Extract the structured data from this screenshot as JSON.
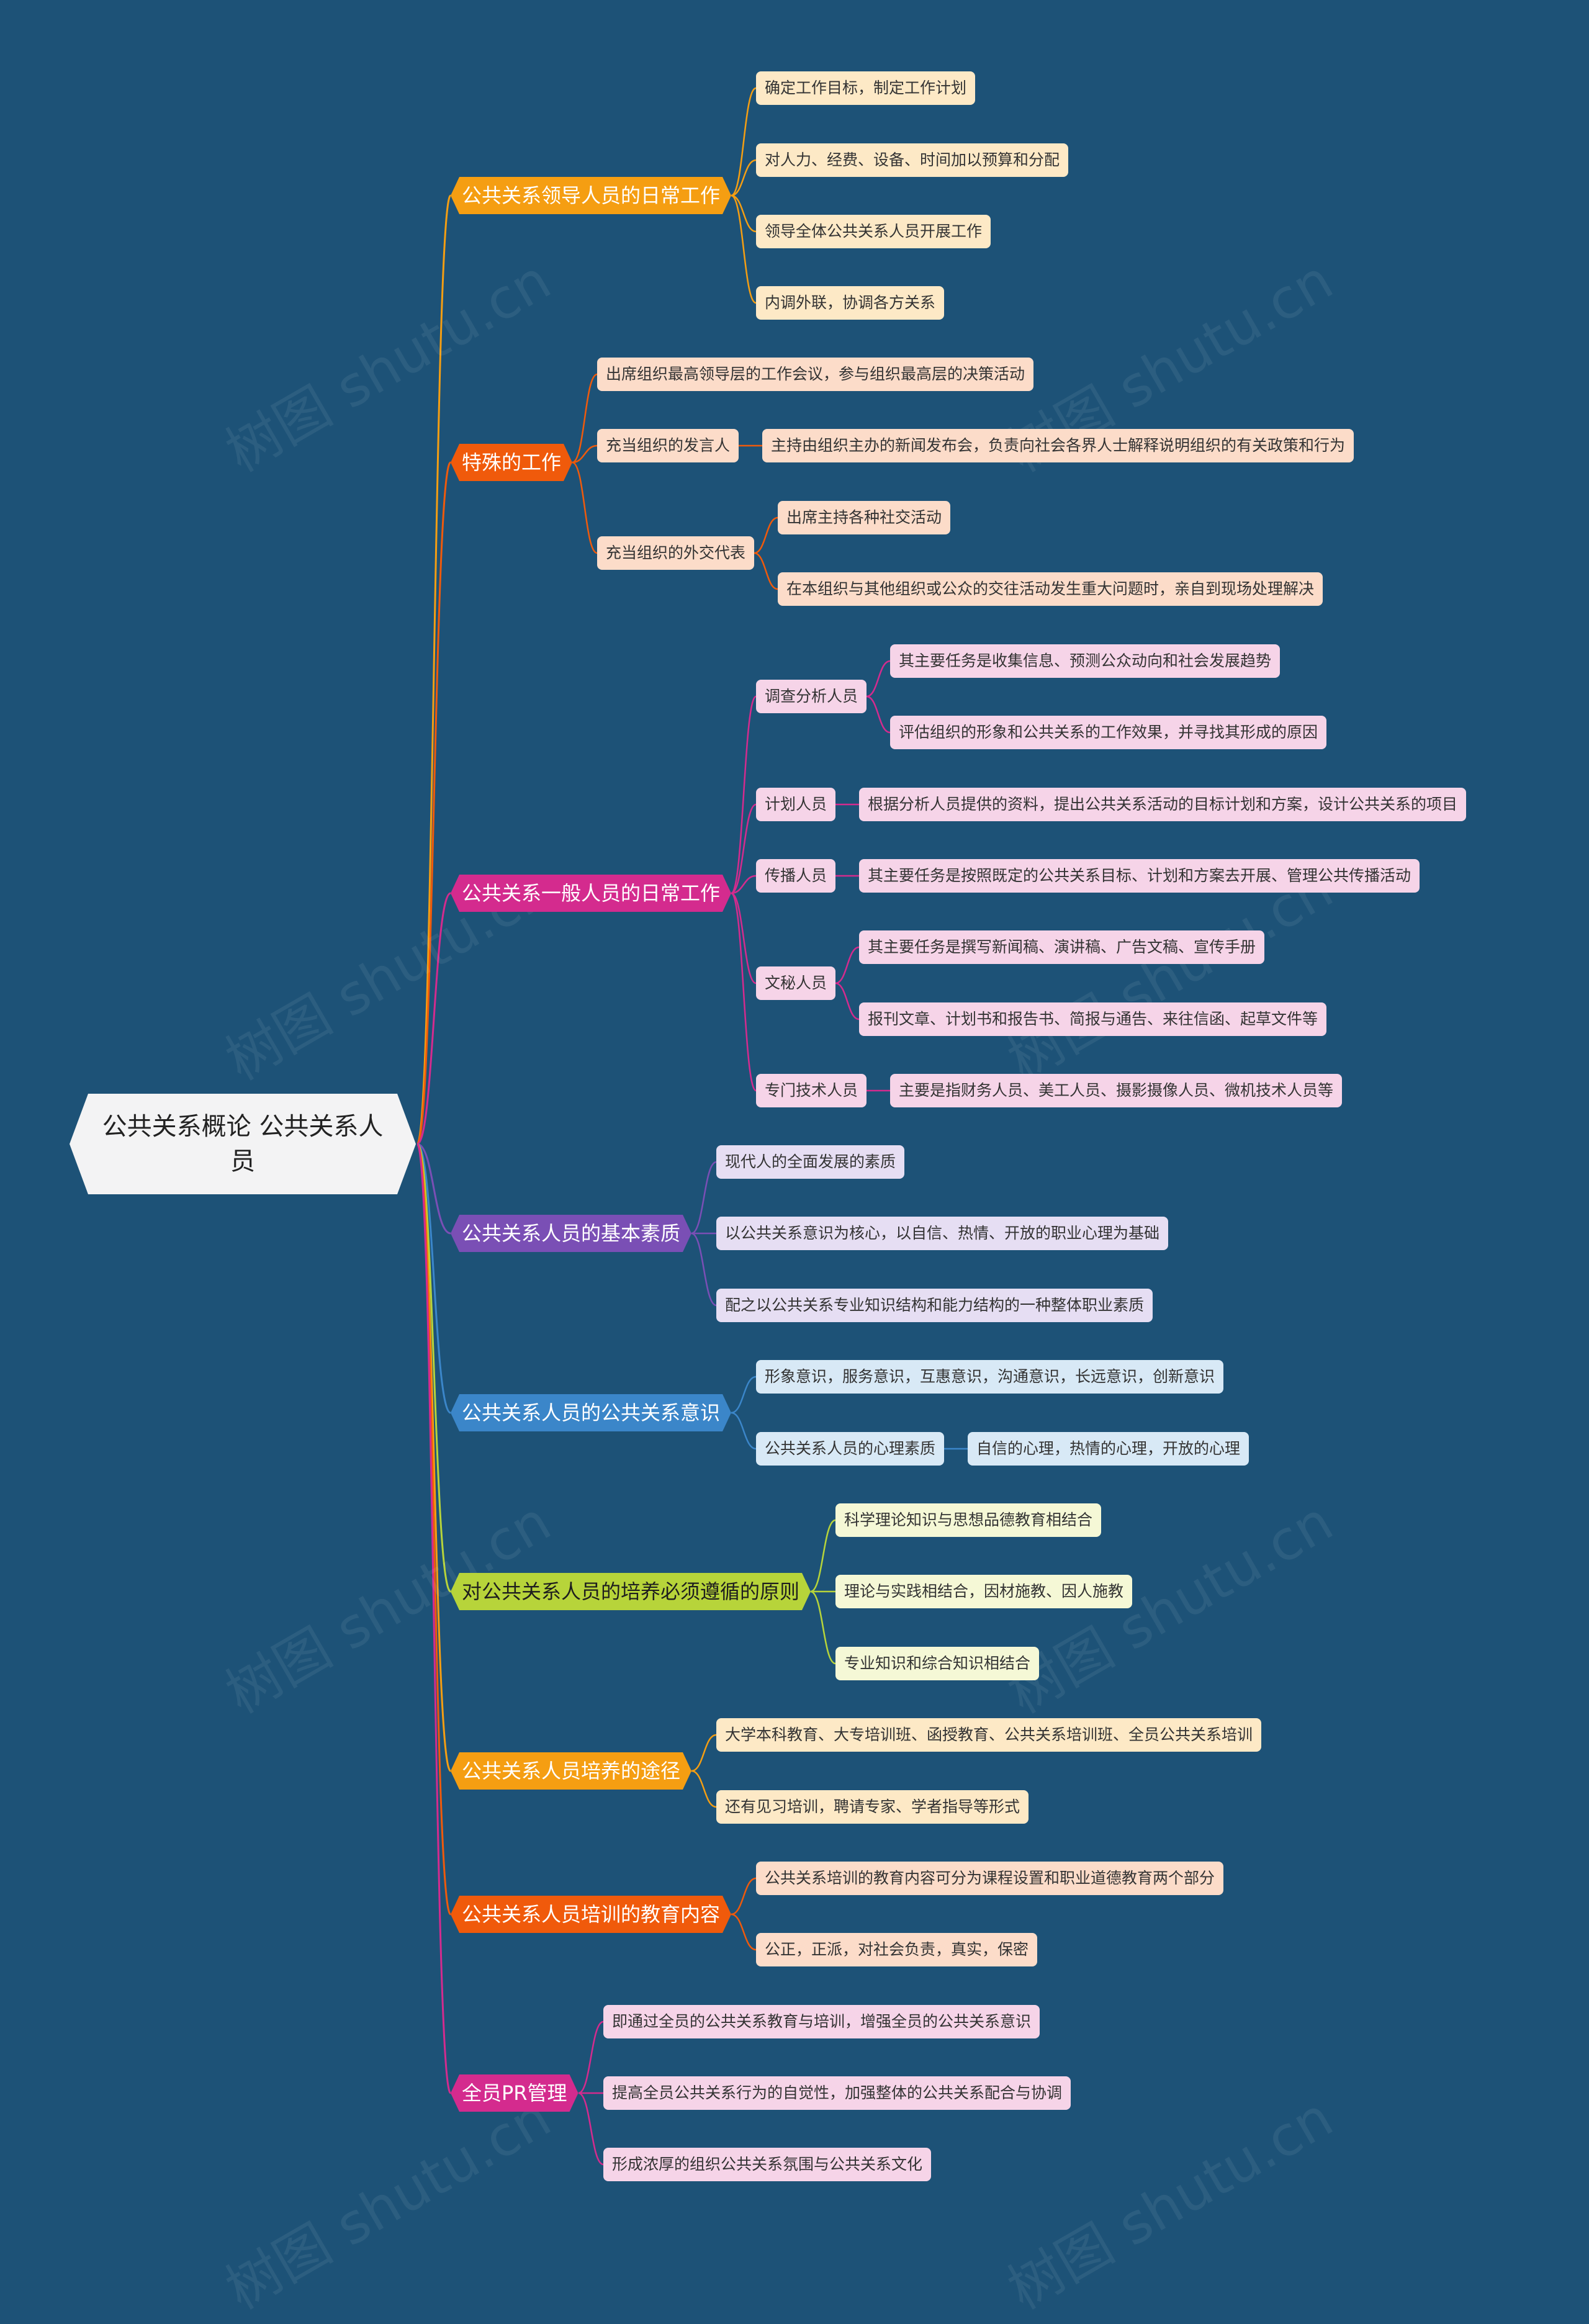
{
  "root": {
    "label": "公共关系概论  公共关系人员"
  },
  "branches": [
    {
      "label": "公共关系领导人员的日常工作",
      "color": "#f59e12",
      "leaf_bg": "#fde9c6",
      "children": [
        {
          "label": "确定工作目标，制定工作计划"
        },
        {
          "label": "对人力、经费、设备、时间加以预算和分配"
        },
        {
          "label": "领导全体公共关系人员开展工作"
        },
        {
          "label": "内调外联，协调各方关系"
        }
      ]
    },
    {
      "label": "特殊的工作",
      "color": "#f05a0b",
      "leaf_bg": "#fcdcc9",
      "children": [
        {
          "label": "出席组织最高领导层的工作会议，参与组织最高层的决策活动"
        },
        {
          "label": "充当组织的发言人",
          "children": [
            {
              "label": "主持由组织主办的新闻发布会，负责向社会各界人士解释说明组织的有关政策和行为"
            }
          ]
        },
        {
          "label": "充当组织的外交代表",
          "children": [
            {
              "label": "出席主持各种社交活动"
            },
            {
              "label": "在本组织与其他组织或公众的交往活动发生重大问题时，亲自到现场处理解决"
            }
          ]
        }
      ]
    },
    {
      "label": "公共关系一般人员的日常工作",
      "color": "#d42b8e",
      "leaf_bg": "#f6d4e8",
      "children": [
        {
          "label": "调查分析人员",
          "children": [
            {
              "label": "其主要任务是收集信息、预测公众动向和社会发展趋势"
            },
            {
              "label": "评估组织的形象和公共关系的工作效果，并寻找其形成的原因"
            }
          ]
        },
        {
          "label": "计划人员",
          "children": [
            {
              "label": "根据分析人员提供的资料，提出公共关系活动的目标计划和方案，设计公共关系的项目"
            }
          ]
        },
        {
          "label": "传播人员",
          "children": [
            {
              "label": "其主要任务是按照既定的公共关系目标、计划和方案去开展、管理公共传播活动"
            }
          ]
        },
        {
          "label": "文秘人员",
          "children": [
            {
              "label": "其主要任务是撰写新闻稿、演讲稿、广告文稿、宣传手册"
            },
            {
              "label": "报刊文章、计划书和报告书、简报与通告、来往信函、起草文件等"
            }
          ]
        },
        {
          "label": "专门技术人员",
          "children": [
            {
              "label": "主要是指财务人员、美工人员、摄影摄像人员、微机技术人员等"
            }
          ]
        }
      ]
    },
    {
      "label": "公共关系人员的基本素质",
      "color": "#7a4fb5",
      "leaf_bg": "#e6def3",
      "children": [
        {
          "label": "现代人的全面发展的素质"
        },
        {
          "label": "以公共关系意识为核心，以自信、热情、开放的职业心理为基础"
        },
        {
          "label": "配之以公共关系专业知识结构和能力结构的一种整体职业素质"
        }
      ]
    },
    {
      "label": "公共关系人员的公共关系意识",
      "color": "#3b86c9",
      "leaf_bg": "#d8e9f6",
      "children": [
        {
          "label": "形象意识，服务意识，互惠意识，沟通意识，长远意识，创新意识"
        },
        {
          "label": "公共关系人员的心理素质",
          "children": [
            {
              "label": "自信的心理，热情的心理，开放的心理"
            }
          ]
        }
      ]
    },
    {
      "label": "对公共关系人员的培养必须遵循的原则",
      "color": "#b7d43a",
      "leaf_bg": "#f5f8d6",
      "text_color": "#1e1e1e",
      "children": [
        {
          "label": "科学理论知识与思想品德教育相结合"
        },
        {
          "label": "理论与实践相结合，因材施教、因人施教"
        },
        {
          "label": "专业知识和综合知识相结合"
        }
      ]
    },
    {
      "label": "公共关系人员培养的途径",
      "color": "#f59e12",
      "leaf_bg": "#fde9c6",
      "children": [
        {
          "label": "大学本科教育、大专培训班、函授教育、公共关系培训班、全员公共关系培训"
        },
        {
          "label": "还有见习培训，聘请专家、学者指导等形式"
        }
      ]
    },
    {
      "label": "公共关系人员培训的教育内容",
      "color": "#f05a0b",
      "leaf_bg": "#fcdcc9",
      "children": [
        {
          "label": "公共关系培训的教育内容可分为课程设置和职业道德教育两个部分"
        },
        {
          "label": "公正，正派，对社会负责，真实，保密"
        }
      ]
    },
    {
      "label": "全员PR管理",
      "color": "#d42b8e",
      "leaf_bg": "#f6d4e8",
      "children": [
        {
          "label": "即通过全员的公共关系教育与培训，增强全员的公共关系意识"
        },
        {
          "label": "提高全员公共关系行为的自觉性，加强整体的公共关系配合与协调"
        },
        {
          "label": "形成浓厚的组织公共关系氛围与公共关系文化"
        }
      ]
    }
  ],
  "watermarks": [
    "树图 shutu.cn"
  ]
}
